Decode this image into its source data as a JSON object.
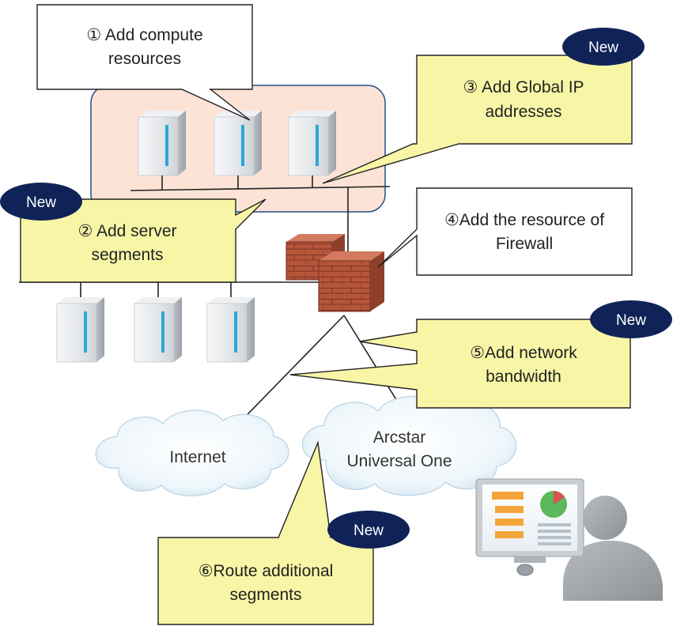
{
  "callouts": {
    "compute": {
      "line1": "① Add compute",
      "line2": "resources"
    },
    "server_segments": {
      "line1": "② Add server",
      "line2": "segments"
    },
    "global_ip": {
      "line1": "③ Add Global IP",
      "line2": "addresses"
    },
    "firewall": {
      "line1": "④Add the resource of",
      "line2": "Firewall"
    },
    "bandwidth": {
      "line1": "⑤Add network",
      "line2": "bandwidth"
    },
    "route": {
      "line1": "⑥Route additional",
      "line2": "segments"
    }
  },
  "badges": {
    "server_segments": "New",
    "global_ip": "New",
    "bandwidth": "New",
    "route": "New"
  },
  "clouds": {
    "internet": "Internet",
    "arcstar": {
      "line1": "Arcstar",
      "line2": "Universal One"
    }
  },
  "colors": {
    "callout_yellow": "#f8f6a6",
    "callout_white": "#ffffff",
    "badge_navy": "#0f2358",
    "compute_zone": "#fde3d6",
    "firewall_brick": "#b5553a"
  },
  "icons": [
    "server-icon",
    "firewall-icon",
    "cloud-icon",
    "monitor-icon",
    "operator-icon"
  ]
}
